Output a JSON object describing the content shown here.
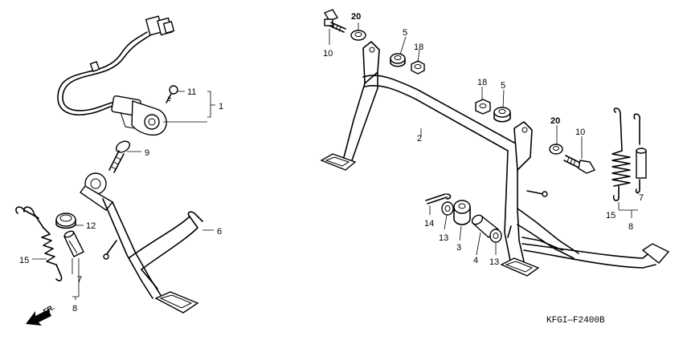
{
  "callouts": {
    "c1": "1",
    "c2": "2",
    "c3": "3",
    "c4": "4",
    "c5a": "5",
    "c5b": "5",
    "c6": "6",
    "c7a": "7",
    "c7b": "7",
    "c8a": "8",
    "c8b": "8",
    "c9": "9",
    "c10a": "10",
    "c10b": "10",
    "c11": "11",
    "c12": "12",
    "c13a": "13",
    "c13b": "13",
    "c14": "14",
    "c15a": "15",
    "c15b": "15",
    "c18a": "18",
    "c18b": "18",
    "c20a": "20",
    "c20b": "20"
  },
  "direction_label": "FR.",
  "diagram_code": "KFGI—F2400B"
}
